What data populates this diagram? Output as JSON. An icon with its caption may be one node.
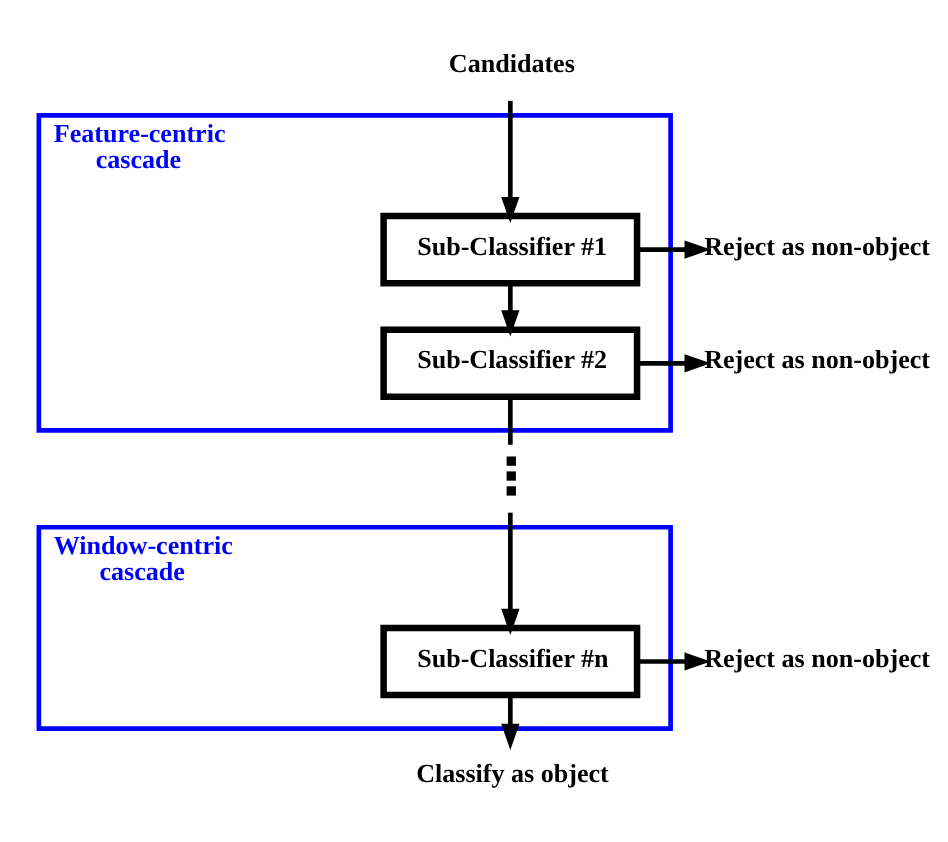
{
  "diagram": {
    "nodes": [
      {
        "text": [
          "Feature-centric cascade"
        ]
      },
      {
        "text": [
          "Sub-Classifier #1"
        ],
        "in": 0
      },
      {
        "text": [
          "Sub-Classifier #2"
        ],
        "in": 0
      },
      {
        "text": [
          "Window-centric cascade"
        ]
      },
      {
        "text": [
          "Sub-Classifier #n"
        ],
        "in": 3
      },
      {
        "text": [
          "Candidates"
        ]
      },
      {
        "text": [
          "Reject as non-object"
        ]
      },
      {
        "text": [
          "Reject as non-object"
        ]
      },
      {
        "text": [
          "Reject as non-object"
        ]
      },
      {
        "text": [
          "Classify as object"
        ]
      },
      {
        "text": [],
        "shape": "dots"
      }
    ],
    "edges": [
      {
        "from": 5,
        "to": 1,
        "arrow": "to"
      },
      {
        "from": 1,
        "to": 2,
        "arrow": "to"
      },
      {
        "from": 1,
        "to": 6,
        "arrow": "to"
      },
      {
        "from": 2,
        "to": 7,
        "arrow": "to"
      },
      {
        "from": 2,
        "to": 10,
        "arrow": "none"
      },
      {
        "from": 10,
        "to": 4,
        "arrow": "to"
      },
      {
        "from": 4,
        "to": 8,
        "arrow": "to"
      },
      {
        "from": 4,
        "to": 9,
        "arrow": "to"
      }
    ]
  }
}
